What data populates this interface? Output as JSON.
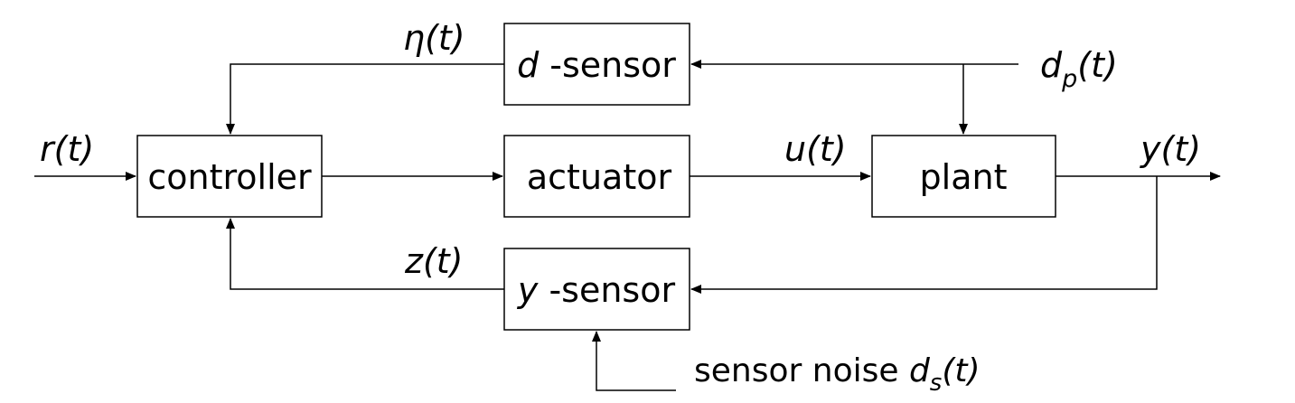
{
  "blocks": {
    "controller": "controller",
    "actuator": "actuator",
    "plant": "plant",
    "d_sensor_var": "d",
    "d_sensor_suffix": " -sensor",
    "y_sensor_var": "y",
    "y_sensor_suffix": " -sensor"
  },
  "signals": {
    "r": "r(t)",
    "u": "u(t)",
    "y": "y(t)",
    "eta": "η(t)",
    "z": "z(t)",
    "dp_base": "d",
    "dp_sub": "p",
    "dp_arg": "(t)",
    "noise_label": "sensor noise ",
    "ds_base": "d",
    "ds_sub": "s",
    "ds_arg": "(t)"
  }
}
